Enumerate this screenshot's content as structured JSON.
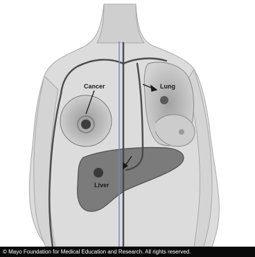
{
  "labels": {
    "cancer": "Cancer",
    "lung": "Lung",
    "liver": "Liver"
  },
  "footer": {
    "copyright": "© Mayo Foundation for Medical Education and Research. All rights reserved."
  }
}
